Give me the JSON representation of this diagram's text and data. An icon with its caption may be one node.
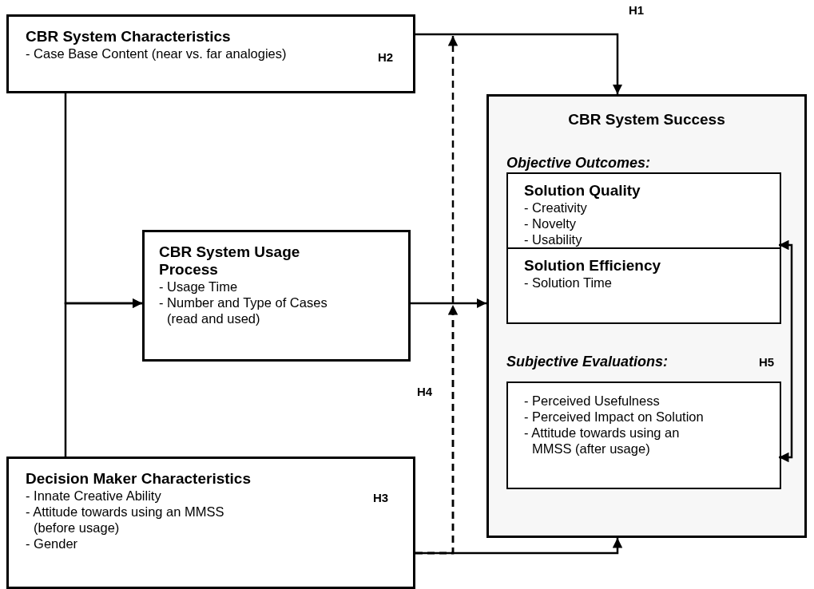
{
  "diagram": {
    "nodes": [
      {
        "text": [
          "CBR System Characteristics",
          "- Case Base Content (near vs. far analogies)",
          "H2"
        ]
      },
      {
        "text": [
          "CBR System Usage Process",
          "- Usage Time",
          "- Number and Type of Cases (read and used)"
        ]
      },
      {
        "text": [
          "Decision Maker Characteristics",
          "- Innate Creative Ability",
          "- Attitude towards using an MMSS (before usage)",
          "- Gender",
          "H3"
        ]
      },
      {
        "text": [
          "CBR System Success",
          "Objective Outcomes:",
          "Subjective Evaluations:",
          "H5"
        ]
      },
      {
        "text": [],
        "shape": "box",
        "in": 3
      },
      {
        "text": [
          "Solution Quality",
          "- Creativity",
          "- Novelty",
          "- Usability"
        ],
        "in": 4
      },
      {
        "text": [
          "Solution Efficiency",
          "- Solution Time"
        ],
        "in": 4
      },
      {
        "text": [
          "- Perceived Usefulness",
          "- Perceived Impact on Solution",
          "- Attitude towards using an MMSS (after usage)"
        ],
        "in": 3
      }
    ],
    "edges": [
      {
        "from": 0,
        "to": 3,
        "arrow": "to",
        "label": "H1"
      },
      {
        "from": 0,
        "to": 1,
        "arrow": "to"
      },
      {
        "from": 2,
        "to": 1,
        "arrow": "to"
      },
      {
        "from": 1,
        "to": 3,
        "arrow": "to"
      },
      {
        "from": 2,
        "to": 3,
        "arrow": "to"
      },
      {
        "from": 2,
        "to": null,
        "arrow": "to",
        "style": "dashed",
        "label": "H4"
      },
      {
        "from": 2,
        "to": null,
        "arrow": "to",
        "style": "dashed"
      },
      {
        "from": 4,
        "to": 7,
        "arrow": "both"
      }
    ]
  }
}
